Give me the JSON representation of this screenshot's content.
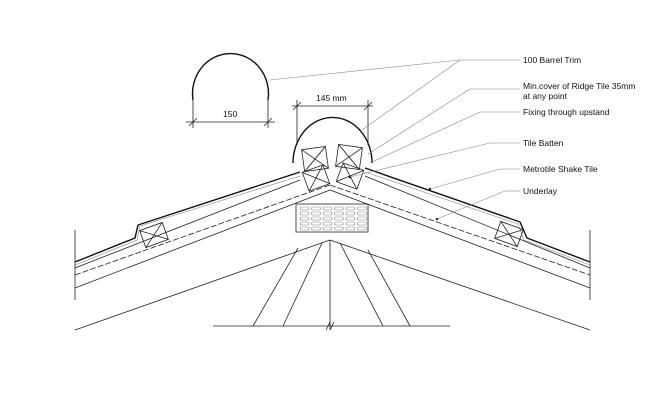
{
  "dimensions": {
    "barrel_width": "150",
    "ridge_width": "145 mm"
  },
  "labels": [
    {
      "line1": "100 Barrel Trim",
      "line2": ""
    },
    {
      "line1": "Min.cover of Ridge Tile 35mm",
      "line2": "at any point"
    },
    {
      "line1": "Fixing through upstand",
      "line2": ""
    },
    {
      "line1": "Tile Batten",
      "line2": ""
    },
    {
      "line1": "Metrotile Shake Tile",
      "line2": ""
    },
    {
      "line1": "Underlay",
      "line2": ""
    }
  ]
}
